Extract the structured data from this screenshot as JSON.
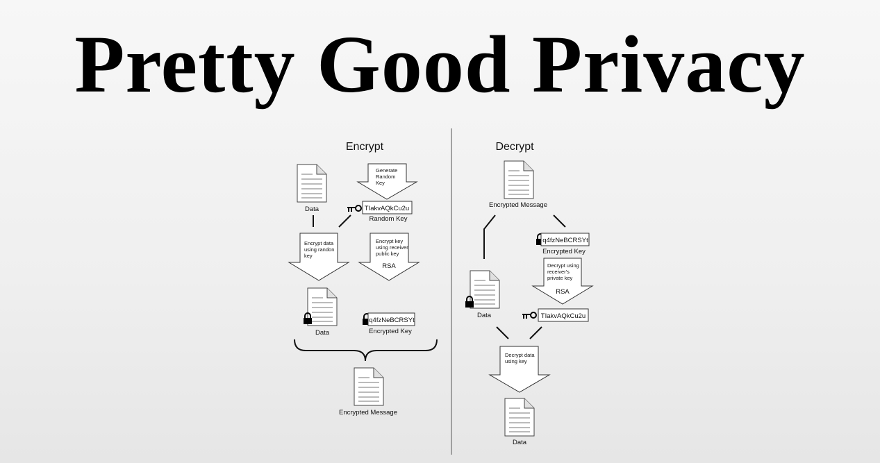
{
  "title": "Pretty Good Privacy",
  "encrypt": {
    "heading": "Encrypt",
    "data_label": "Data",
    "generate_arrow": [
      "Generate",
      "Random",
      "Key"
    ],
    "random_key_value": "TIakvAQkCu2u",
    "random_key_label": "Random Key",
    "encrypt_data_arrow": [
      "Encrypt data",
      "using randon",
      "key"
    ],
    "encrypt_key_arrow": [
      "Encrypt key",
      "using receiver",
      "public key"
    ],
    "encrypt_key_algo": "RSA",
    "encrypted_data_label": "Data",
    "encrypted_key_value": "q4fzNeBCRSYt",
    "encrypted_key_label": "Encrypted Key",
    "message_label": "Encrypted Message"
  },
  "decrypt": {
    "heading": "Decrypt",
    "message_label": "Encrypted Message",
    "encrypted_key_value": "q4fzNeBCRSYt",
    "encrypted_key_label": "Encrypted Key",
    "decrypt_key_arrow": [
      "Decrypt using",
      "receiver's",
      "private key"
    ],
    "decrypt_key_algo": "RSA",
    "data_label": "Data",
    "random_key_value": "TIakvAQkCu2u",
    "decrypt_data_arrow": [
      "Decrypt data",
      "using key"
    ],
    "output_label": "Data"
  }
}
